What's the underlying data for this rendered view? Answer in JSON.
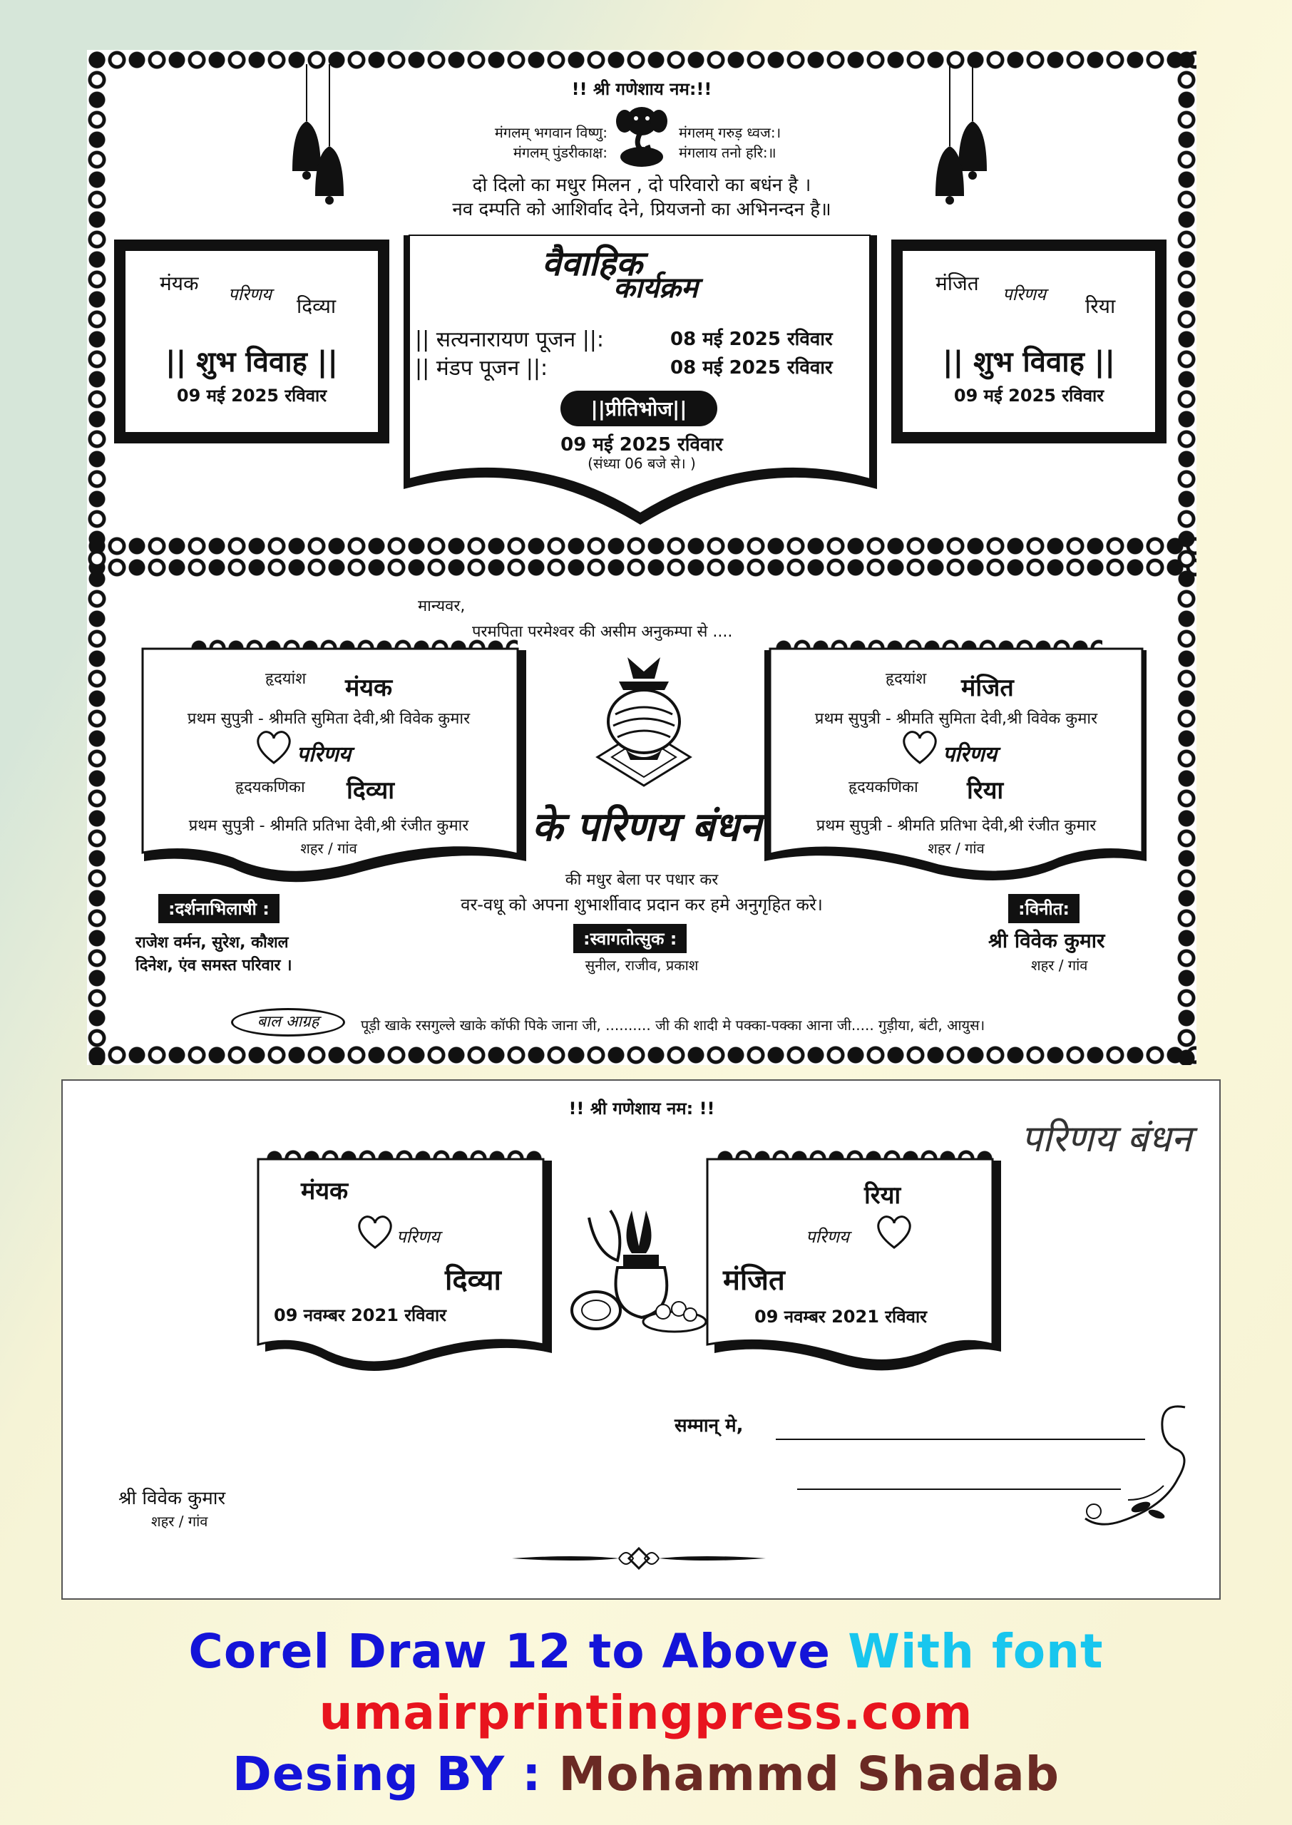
{
  "top_card": {
    "invocation": "!! श्री गणेशाय नम:!!",
    "mantra_left_1": "मंगलम् भगवान विष्णु:",
    "mantra_left_2": "मंगलम्   पुंडरीकाक्ष:",
    "mantra_right_1": "मंगलम् गरुड़ ध्वज:।",
    "mantra_right_2": "मंगलाय तनो हरि:॥",
    "couplet_1": "दो दिलो का मधुर मिलन , दो परिवारो का बधंन है ।",
    "couplet_2": "नव दम्पति को आशिर्वाद देने, प्रियजनो का अभिनन्दन है॥",
    "left_box": {
      "groom": "मंयक",
      "parinay": "परिणय",
      "bride": "दिव्या",
      "title": "|| शुभ विवाह ||",
      "date": "09 मई 2025 रविवार"
    },
    "right_box": {
      "groom": "मंजित",
      "parinay": "परिणय",
      "bride": "रिया",
      "title": "|| शुभ विवाह ||",
      "date": "09 मई 2025 रविवार"
    },
    "program": {
      "heading_1": "वैवाहिक",
      "heading_2": "कार्यक्रम",
      "event_1": "|| सत्यनारायण पूजन ||:",
      "event_1_date": "08 मई 2025 रविवार",
      "event_2": "|| मंडप पूजन ||:",
      "event_2_date": "08 मई 2025 रविवार",
      "feast_label": "||प्रीतिभोज||",
      "feast_date": "09 मई 2025 रविवार",
      "feast_time": "(संध्या 06 बजे से। )"
    }
  },
  "invite": {
    "salutation": "मान्यवर,",
    "opening": "परमपिता परमेश्वर की असीम अनुकम्पा से  ....",
    "left_scroll": {
      "son_label": "हृदयांश",
      "son_name": "मंयक",
      "son_parents": "प्रथम सुपुत्री - श्रीमति सुमिता देवी,श्री विवेक कुमार",
      "parinay": "परिणय",
      "daughter_label": "हृदयकणिका",
      "daughter_name": "दिव्या",
      "daughter_parents": "प्रथम सुपुत्री - श्रीमति प्रतिभा देवी,श्री रंजीत कुमार",
      "place": "शहर / गांव"
    },
    "right_scroll": {
      "son_label": "हृदयांश",
      "son_name": "मंजित",
      "son_parents": "प्रथम सुपुत्री - श्रीमति सुमिता देवी,श्री विवेक कुमार",
      "parinay": "परिणय",
      "daughter_label": "हृदयकणिका",
      "daughter_name": "रिया",
      "daughter_parents": "प्रथम सुपुत्री - श्रीमति प्रतिभा देवी,श्री रंजीत कुमार",
      "place": "शहर / गांव"
    },
    "center_title": "के परिणय बंधन",
    "center_line_1": "की मधुर बेला पर पधार कर",
    "center_line_2": "वर-वधू को अपना शुभार्शीवाद प्रदान कर हमे अनुगृहित करे।",
    "darshan_label": ":दर्शनाभिलाषी :",
    "darshan_1": "राजेश वर्मन, सुरेश, कौशल",
    "darshan_2": "दिनेश, एंव समस्त परिवार ।",
    "swagat_label": ":स्वागतोत्सुक :",
    "swagat_names": "सुनील, राजीव, प्रकाश",
    "vinit_label": ":विनीत:",
    "vinit_name": "श्री विवेक कुमार",
    "vinit_place": "शहर / गांव",
    "bal_agrah": "बाल आग्रह",
    "bal_text": "पूड़ी खाके रसगुल्ले खाके कॉफी पिके जाना जी, .......... जी की शादी मे पक्का-पक्का आना जी..... गुड़ीया, बंटी, आयुस।"
  },
  "envelope": {
    "invocation": "!! श्री गणेशाय नम: !!",
    "brand": "परिणय बंधन",
    "left_scroll": {
      "groom": "मंयक",
      "parinay": "परिणय",
      "bride": "दिव्या",
      "date": "09 नवम्बर 2021 रविवार"
    },
    "right_scroll": {
      "bride": "रिया",
      "parinay": "परिणय",
      "groom": "मंजित",
      "date": "09 नवम्बर 2021 रविवार"
    },
    "samman": "सम्मान् मे,",
    "sender_name": "श्री विवेक कुमार",
    "sender_place": "शहर / गांव"
  },
  "footer": {
    "line_1a": "Corel Draw 12 to Above",
    "line_1b": "With font",
    "line_2": "umairprintingpress.com",
    "line_3a": "Desing BY :",
    "line_3b": "Mohammd Shadab"
  },
  "colors": {
    "blue": "#1414d8",
    "cyan": "#18c6ee",
    "red": "#e8141e",
    "brown": "#6a2a24"
  },
  "icons": [
    "bell-icon",
    "ganesha-icon",
    "kalash-icon",
    "heart-icon",
    "coconut-kalash-icon",
    "floral-corner-icon",
    "ornament-divider-icon"
  ]
}
